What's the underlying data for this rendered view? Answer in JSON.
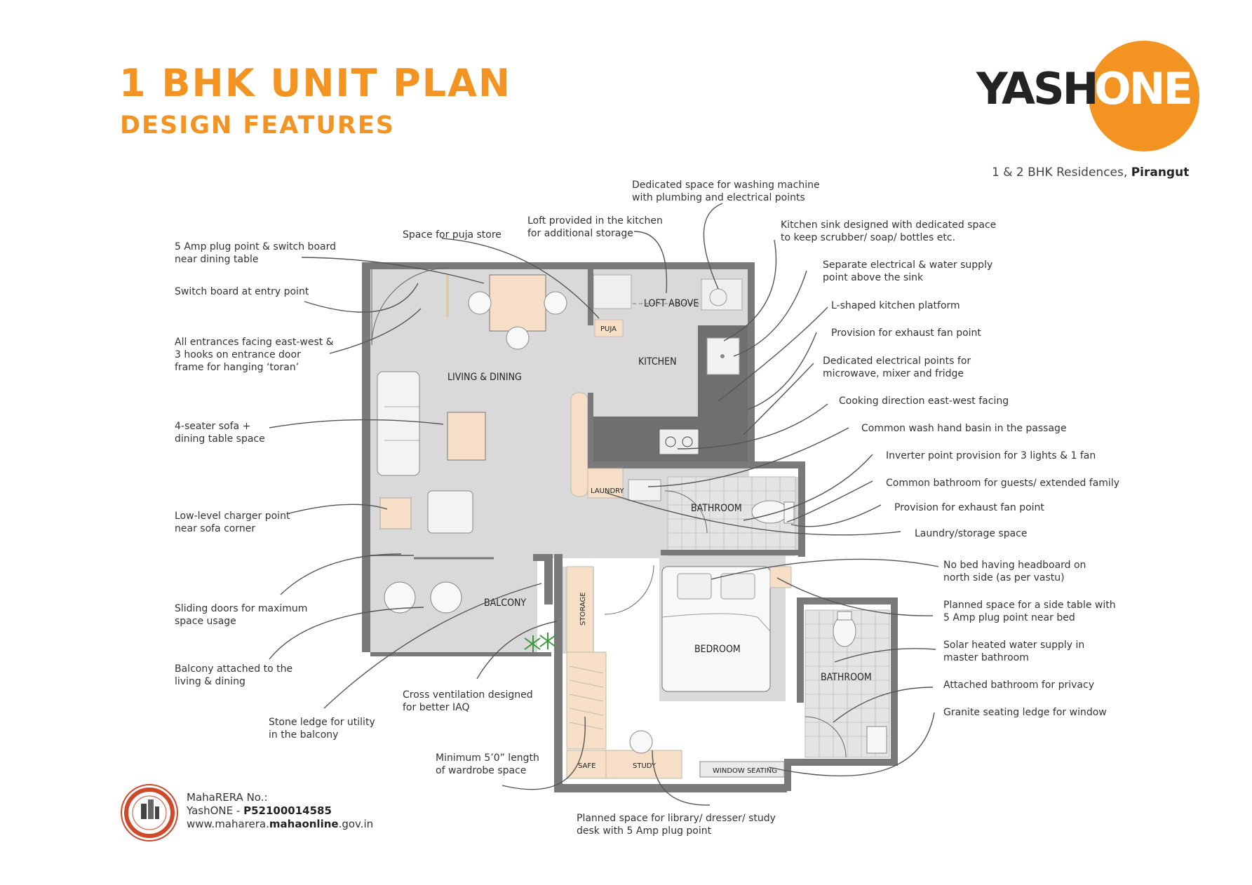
{
  "header": {
    "title": "1 BHK UNIT PLAN",
    "subtitle": "DESIGN FEATURES"
  },
  "brand": {
    "logo_left": "YASH",
    "logo_right": "ONE",
    "tagline_prefix": "1 & 2 BHK Residences, ",
    "tagline_place": "Pirangut",
    "accent_color": "#f39321"
  },
  "rooms": {
    "living": "LIVING & DINING",
    "kitchen": "KITCHEN",
    "loft": "LOFT ABOVE",
    "puja": "PUJA",
    "laundry": "LAUNDRY",
    "bathroom1": "BATHROOM",
    "balcony": "BALCONY",
    "storage": "STORAGE",
    "bedroom": "BEDROOM",
    "bathroom2": "BATHROOM",
    "safe": "SAFE",
    "study": "STUDY",
    "window_seating": "WINDOW SEATING"
  },
  "notes_left": {
    "n1": "5 Amp plug point & switch board\nnear dining table",
    "n2": "Switch board at entry point",
    "n3": "All entrances facing east-west &\n3 hooks on entrance door\nframe for hanging ‘toran’",
    "n4": "4-seater sofa +\ndining table space",
    "n5": "Low-level charger point\nnear sofa corner",
    "n6": "Sliding doors for maximum\nspace usage",
    "n7": "Balcony attached to the\nliving & dining",
    "n8": "Stone ledge for utility\nin the balcony"
  },
  "notes_top": {
    "t1": "Space for puja store",
    "t2": "Loft provided in the kitchen\nfor additional storage",
    "t3": "Dedicated space for washing machine\nwith plumbing and electrical points"
  },
  "notes_right": {
    "r1": "Kitchen sink designed with dedicated space\nto keep scrubber/ soap/ bottles etc.",
    "r2": "Separate electrical & water supply\npoint above the sink",
    "r3": "L-shaped kitchen platform",
    "r4": "Provision for exhaust fan point",
    "r5": "Dedicated electrical points for\nmicrowave, mixer and fridge",
    "r6": "Cooking direction east-west facing",
    "r7": "Common wash hand basin in the passage",
    "r8": "Inverter point provision for 3 lights & 1 fan",
    "r9": "Common bathroom for guests/ extended family",
    "r10": "Provision for exhaust fan point",
    "r11": "Laundry/storage space",
    "r12": "No bed having headboard on\nnorth side (as per vastu)",
    "r13": "Planned space for a side table with\n5 Amp plug point near bed",
    "r14": "Solar heated water supply in\nmaster bathroom",
    "r15": "Attached bathroom for privacy",
    "r16": "Granite seating ledge for window"
  },
  "notes_bottom": {
    "b1": "Cross ventilation designed\nfor better IAQ",
    "b2": "Minimum 5’0” length\nof wardrobe space",
    "b3": "Planned space for library/ dresser/ study\ndesk with 5 Amp plug point"
  },
  "rera": {
    "line1": "MahaRERA No.:",
    "line2_prefix": "YashONE - ",
    "line2_number": "P52100014585",
    "line3_a": "www.maharera.",
    "line3_b": "mahaonline",
    "line3_c": ".gov.in"
  }
}
